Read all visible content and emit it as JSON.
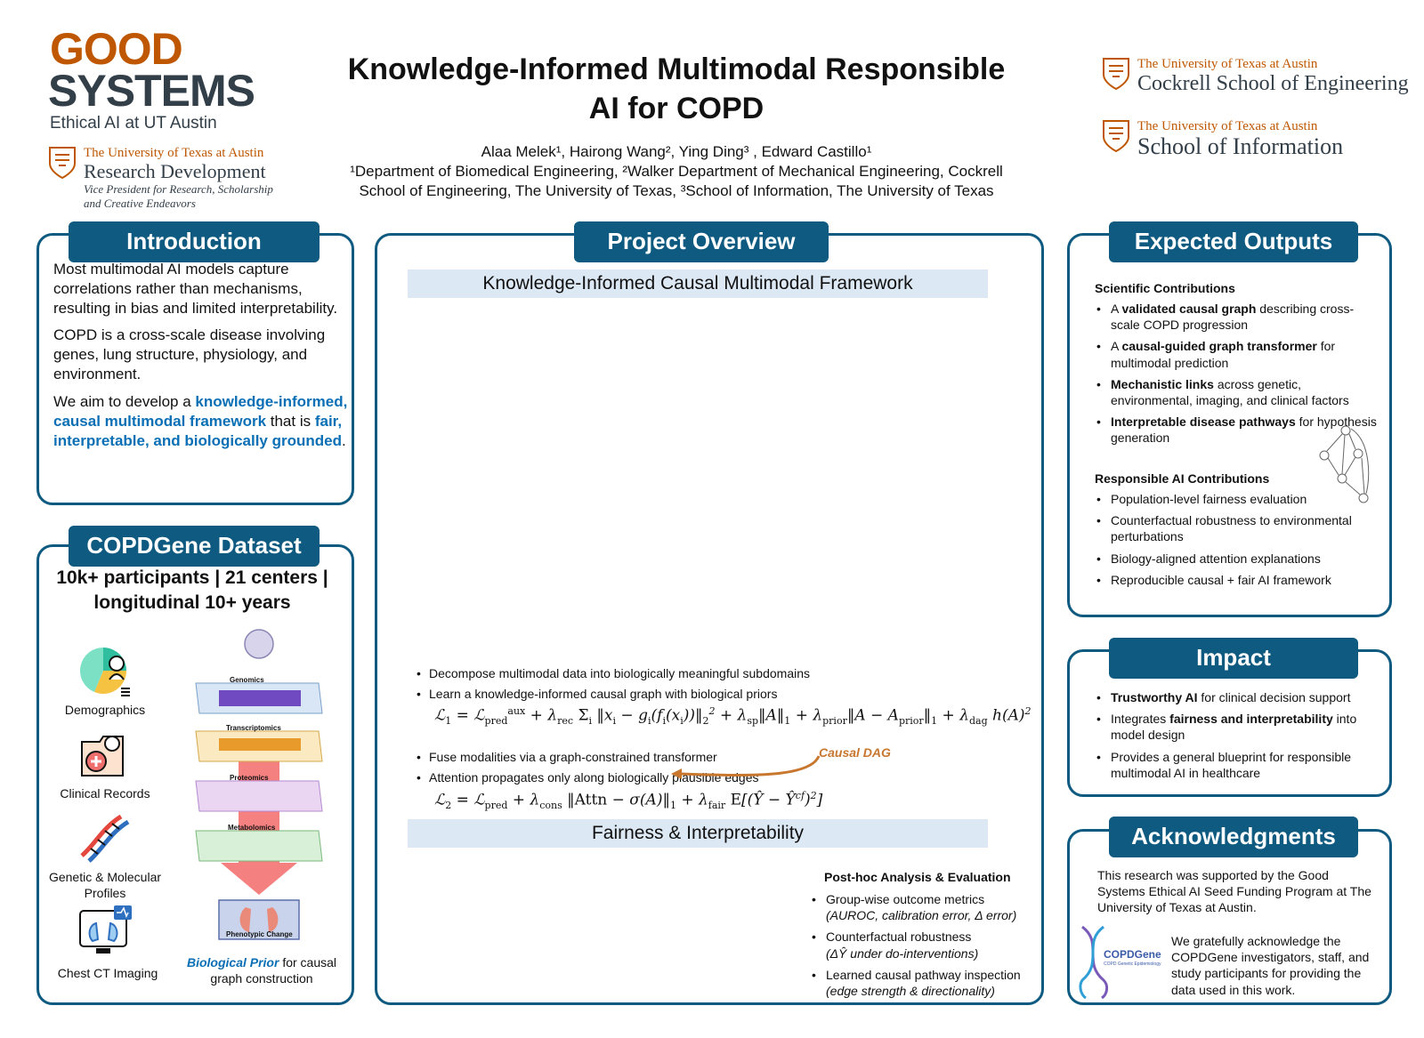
{
  "header": {
    "gs_good": "GOOD",
    "gs_systems": "SYSTEMS",
    "gs_tagline": "Ethical AI at UT Austin",
    "rd_univ": "The University of Texas at Austin",
    "rd_name": "Research Development",
    "rd_sub1": "Vice President for Research, Scholarship",
    "rd_sub2": "and Creative Endeavors",
    "eng_univ": "The University of Texas at Austin",
    "eng_name": "Cockrell School of Engineering",
    "info_univ": "The University of Texas at Austin",
    "info_name": "School of Information",
    "title_line1": "Knowledge-Informed Multimodal Responsible",
    "title_line2": "AI for COPD",
    "authors": "Alaa Melek¹, Hairong Wang², Ying Ding³ , Edward Castillo¹",
    "affil_line1": "¹Department of Biomedical Engineering, ²Walker Department of Mechanical Engineering, Cockrell",
    "affil_line2": "School of Engineering, The University of Texas, ³School of Information, The University of Texas"
  },
  "intro": {
    "tab": "Introduction",
    "p1": "Most multimodal AI models capture correlations rather than mechanisms, resulting in bias and limited interpretability.",
    "p2": "COPD is a cross-scale disease involving genes, lung structure, physiology, and environment.",
    "p3_a": "We aim to develop a ",
    "p3_b": "knowledge-informed, causal multimodal framework",
    "p3_c": " that is ",
    "p3_d": "fair, interpretable, and biologically grounded",
    "p3_e": "."
  },
  "dataset": {
    "tab": "COPDGene Dataset",
    "headline": "10k+ participants | 21 centers | longitudinal 10+ years",
    "modalities": [
      "Demographics",
      "Clinical Records",
      "Genetic & Molecular Profiles",
      "Chest CT Imaging"
    ],
    "omics": [
      "Genomics",
      "Transcriptomics",
      "Proteomics",
      "Metabolomics",
      "Phenotypic Change"
    ],
    "bio_prior_a": "Biological Prior",
    "bio_prior_b": " for causal graph construction"
  },
  "overview": {
    "tab": "Project Overview",
    "framework_title": "Knowledge-Informed Causal Multimodal Framework",
    "bullets": [
      "Decompose multimodal data into biologically meaningful subdomains",
      "Learn a knowledge-informed causal graph with biological priors",
      "Fuse modalities via a graph-constrained transformer",
      "Attention propagates only along biologically plausible edges"
    ],
    "causal_dag": "Causal DAG",
    "fairness_title": "Fairness & Interpretability",
    "posthoc_title": "Post-hoc Analysis & Evaluation",
    "posthoc": [
      {
        "main": "Group-wise outcome metrics",
        "sub": "(AUROC, calibration error, Δ error)"
      },
      {
        "main": "Counterfactual robustness",
        "sub": "(ΔŶ under do-interventions)"
      },
      {
        "main": "Learned causal pathway inspection",
        "sub": "(edge strength & directionality)"
      }
    ]
  },
  "outputs": {
    "tab": "Expected Outputs",
    "sci_title": "Scientific Contributions",
    "sci": [
      {
        "bold": "validated causal graph",
        "pre": "A ",
        "post": " describing cross-scale COPD progression"
      },
      {
        "bold": "causal-guided graph transformer",
        "pre": "A ",
        "post": " for multimodal prediction"
      },
      {
        "bold": "Mechanistic links",
        "pre": "",
        "post": " across genetic, environmental, imaging, and clinical factors"
      },
      {
        "bold": "Interpretable disease pathways",
        "pre": "",
        "post": " for hypothesis generation"
      }
    ],
    "resp_title": "Responsible AI Contributions",
    "resp": [
      "Population-level fairness evaluation",
      "Counterfactual robustness to environmental perturbations",
      "Biology-aligned attention explanations",
      "Reproducible causal + fair AI framework"
    ]
  },
  "impact": {
    "tab": "Impact",
    "items": [
      {
        "bold": "Trustworthy AI",
        "pre": "",
        "post": " for clinical decision support"
      },
      {
        "bold": "fairness and interpretability",
        "pre": "Integrates ",
        "post": " into model design"
      },
      {
        "bold": "",
        "pre": "Provides a general blueprint for responsible multimodal AI in healthcare",
        "post": ""
      }
    ]
  },
  "ack": {
    "tab": "Acknowledgments",
    "p1": "This research was supported by the Good Systems Ethical AI Seed Funding Program at The University of Texas at Austin.",
    "p2": "We gratefully acknowledge the COPDGene investigators, staff, and study participants for providing the data used in this work.",
    "logo": "COPDGene",
    "logo_sub": "COPD Genetic Epidemiology"
  },
  "colors": {
    "panel": "#0e5a80",
    "ut_orange": "#bf5700",
    "highlight": "#0a6fb5",
    "bar": "#dce8f3"
  }
}
